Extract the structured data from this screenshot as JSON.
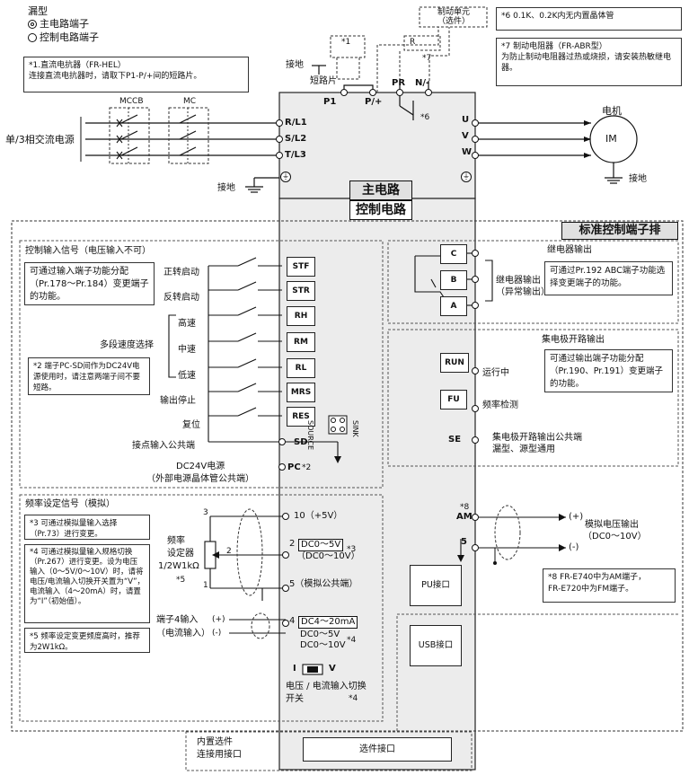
{
  "legend": {
    "title": "漏型",
    "main_terminal": "主电路端子",
    "control_terminal": "控制电路端子"
  },
  "notes": {
    "n1": "*1.直流电抗器（FR-HEL）\n连接直流电抗器时，请取下P1-P/+间的短路片。",
    "n6": "*6 0.1K、0.2K内无内置晶体管",
    "n7": "*7 制动电阻器（FR-ABR型）\n为防止制动电阻器过热或烧损，请安装热敏继电器。",
    "n2": "*2 端子PC-SD间作为DC24V电源使用时，请注意两端子间不要短路。",
    "n3": "*3 可通过模拟量输入选择（Pr.73）进行变更。",
    "n4": "*4 可通过模拟量输入规格切换（Pr.267）进行变更。设为电压输入（0～5V/0～10V）时，请将电压/电流输入切换开关置为“V”，电流输入（4～20mA）时，请置为“I”（初始值）。",
    "n5": "*5 频率设定变更频度高时，推荐为2W1kΩ。",
    "n8": "*8 FR-E740中为AM端子，\nFR-E720中为FM端子。",
    "input_func": "可通过输入端子功能分配（Pr.178～Pr.184）变更端子的功能。",
    "relay_func": "可通过Pr.192 ABC端子功能选择变更端子的功能。",
    "oc_func": "可通过输出端子功能分配（Pr.190、Pr.191）变更端子的功能。"
  },
  "top": {
    "brake_unit": "制动单元\n（选件）",
    "ground": "接地",
    "jumper": "短路片",
    "p1": "P1",
    "pplus": "P/+",
    "pr": "PR",
    "nminus": "N/-",
    "mark1": "*1",
    "mark7": "*7",
    "mark6": "*6",
    "r_label": "R"
  },
  "power": {
    "source": "单/3相交流电源",
    "mccb": "MCCB",
    "mc": "MC",
    "r": "R/L1",
    "s": "S/L2",
    "t": "T/L3",
    "ground": "接地"
  },
  "motor": {
    "label": "电机",
    "im": "IM",
    "u": "U",
    "v": "V",
    "w": "W",
    "ground": "接地"
  },
  "sections": {
    "main": "主电路",
    "control": "控制电路",
    "standard": "标准控制端子排"
  },
  "inputs": {
    "title": "控制输入信号（电压输入不可）",
    "fwd": "正转启动",
    "rev": "反转启动",
    "multi": "多段速度选择",
    "high": "高速",
    "mid": "中速",
    "low": "低速",
    "stop": "输出停止",
    "reset": "复位",
    "common": "接点输入公共端",
    "dc24": "DC24V电源",
    "dc24_sub": "（外部电源晶体管公共端）",
    "stf": "STF",
    "str": "STR",
    "rh": "RH",
    "rm": "RM",
    "rl": "RL",
    "mrs": "MRS",
    "res": "RES",
    "sd": "SD",
    "pc": "PC",
    "pc_mark": "*2",
    "source": "SOURCE",
    "sink": "SINK"
  },
  "freq": {
    "title": "频率设定信号（模拟）",
    "setter": "频率\n设定器",
    "spec": "1/2W1kΩ",
    "mark5": "*5",
    "t10": "10（+5V）",
    "t2": "2",
    "t2_a": "DC0～5V",
    "t2_b": "（DC0～10V）",
    "mark3": "*3",
    "t5": "5（模拟公共端）",
    "t4": "4",
    "t4_a": "DC4～20mA",
    "t4_b": "DC0～5V",
    "t4_c": "DC0～10V",
    "mark4": "*4",
    "term4_in": "端子4输入",
    "cur_in": "（电流输入）",
    "plus": "(+)",
    "minus": "(-)",
    "pin3": "3",
    "pin2": "2",
    "pin1": "1",
    "switch_i": "I",
    "switch_v": "V",
    "switch_label": "电压 / 电流输入切换\n开关",
    "switch_mark": "*4"
  },
  "relay": {
    "title": "继电器输出",
    "c": "C",
    "b": "B",
    "a": "A",
    "label": "继电器输出\n（异常输出）"
  },
  "opencol": {
    "title": "集电极开路输出",
    "run": "RUN",
    "run_label": "运行中",
    "fu": "FU",
    "fu_label": "频率检测",
    "se": "SE",
    "se_label": "集电极开路输出公共端\n漏型、源型通用"
  },
  "analog_out": {
    "am": "AM",
    "mark8": "*8",
    "t5": "5",
    "plus": "(+)",
    "minus": "(-)",
    "label": "模拟电压输出",
    "range": "（DC0～10V）"
  },
  "ports": {
    "pu": "PU接口",
    "usb": "USB接口",
    "option_left": "内置选件\n连接用接口",
    "option_box": "选件接口"
  }
}
